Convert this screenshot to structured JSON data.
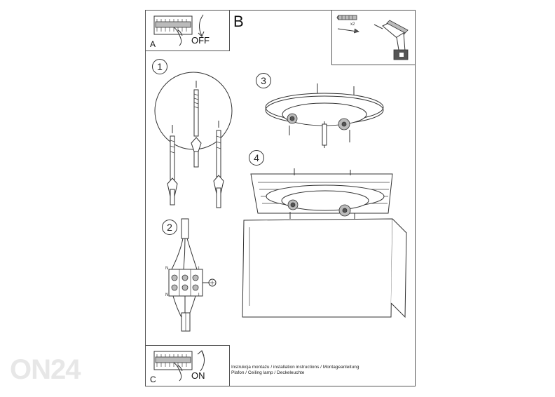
{
  "watermark": "ON24",
  "panels": {
    "a": {
      "letter": "A",
      "state": "OFF"
    },
    "b": {
      "letter": "B"
    },
    "c": {
      "letter": "C",
      "state": "ON"
    }
  },
  "tools": {
    "quantity": "x2"
  },
  "steps": [
    "1",
    "2",
    "3",
    "4"
  ],
  "wiring": {
    "left_top": "N",
    "right_top": "L",
    "left_bottom": "N",
    "right_bottom": "L"
  },
  "captions": {
    "line1": "Instrukcja montażu / installation instructions / Montageanleitung",
    "line2": "Plafon / Ceiling lamp / Deckeleuchte"
  }
}
